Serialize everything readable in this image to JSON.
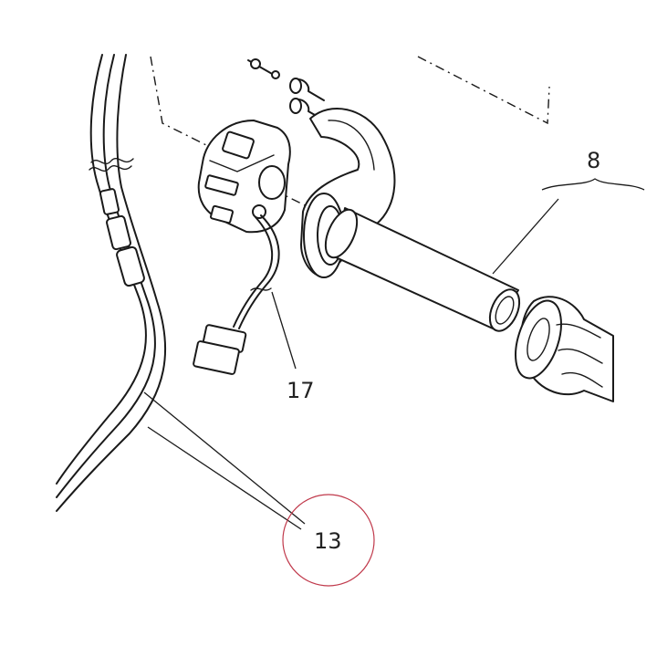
{
  "labels": {
    "part_8": "8",
    "part_17": "17",
    "part_13": "13"
  },
  "colors": {
    "ink": "#1a1a1a",
    "highlight_circle": "#c0394b",
    "background": "#ffffff"
  }
}
